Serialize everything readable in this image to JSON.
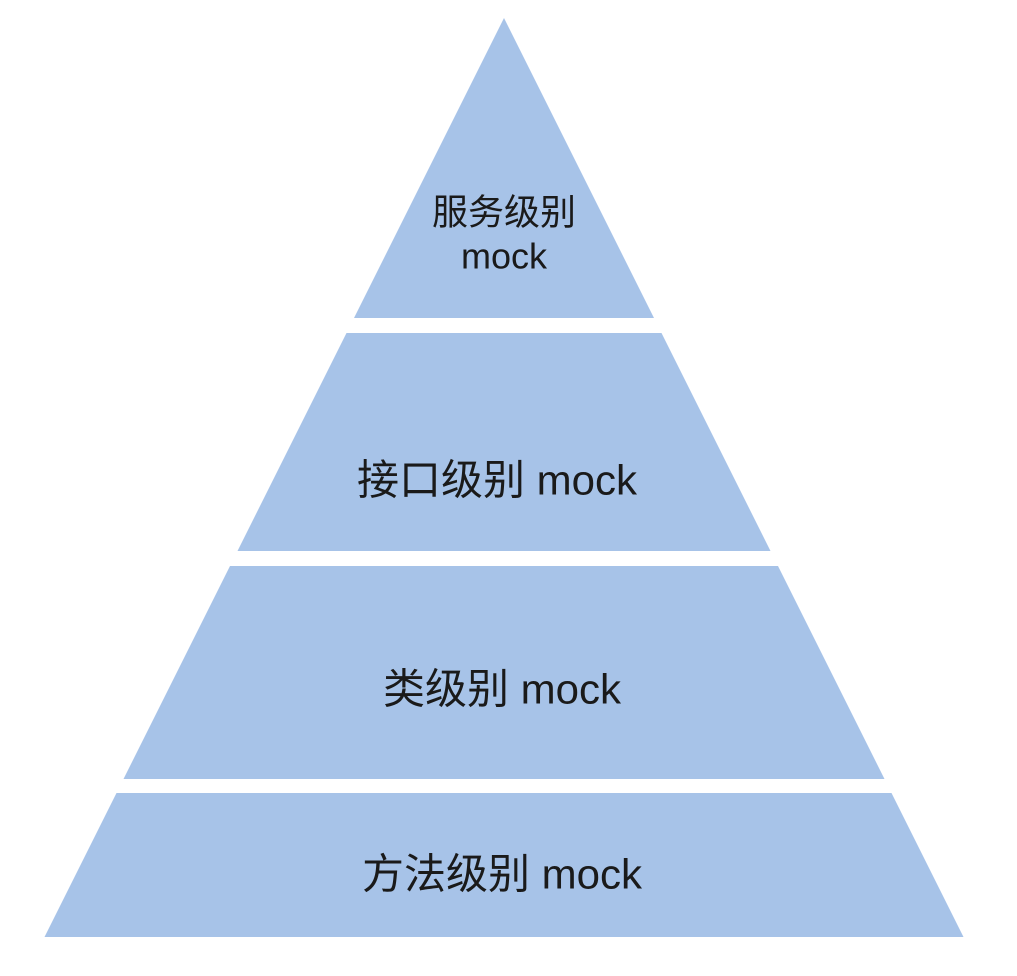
{
  "pyramid": {
    "fill_color": "#a7c3e8",
    "background_color": "#ffffff",
    "text_color": "#1a1a1a",
    "levels": [
      {
        "id": "service",
        "line1": "服务级别",
        "line2": "mock"
      },
      {
        "id": "interface",
        "label": "接口级别 mock"
      },
      {
        "id": "class",
        "label": "类级别 mock"
      },
      {
        "id": "method",
        "label": "方法级别 mock"
      }
    ]
  }
}
